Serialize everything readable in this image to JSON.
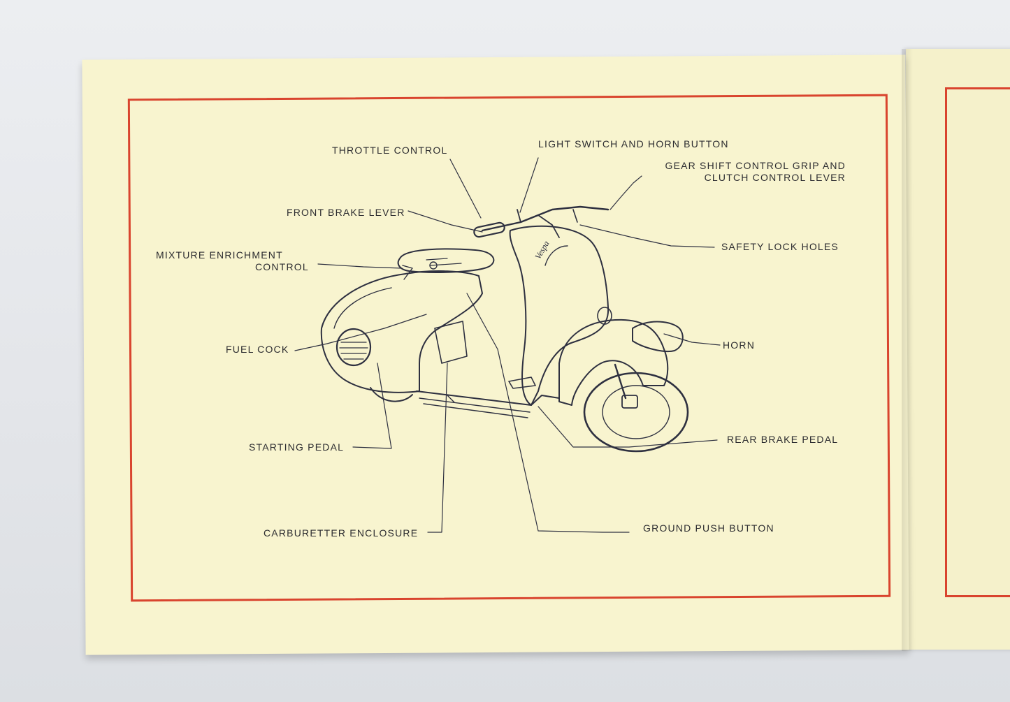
{
  "labels": {
    "throttle_control": "THROTTLE CONTROL",
    "light_switch": "LIGHT SWITCH AND HORN BUTTON",
    "gear_shift_line1": "GEAR SHIFT CONTROL GRIP AND",
    "gear_shift_line2": "CLUTCH CONTROL LEVER",
    "front_brake_lever": "FRONT BRAKE LEVER",
    "mixture_line1": "MIXTURE ENRICHMENT",
    "mixture_line2": "CONTROL",
    "safety_lock_holes": "SAFETY LOCK HOLES",
    "fuel_cock": "FUEL COCK",
    "horn": "HORN",
    "starting_pedal": "STARTING PEDAL",
    "rear_brake_pedal": "REAR BRAKE PEDAL",
    "carburetter_enclosure": "CARBURETTER ENCLOSURE",
    "ground_push_button": "GROUND PUSH BUTTON"
  },
  "colors": {
    "paper": "#f8f4cf",
    "frame": "#d9442e",
    "ink": "#2c2c30"
  }
}
